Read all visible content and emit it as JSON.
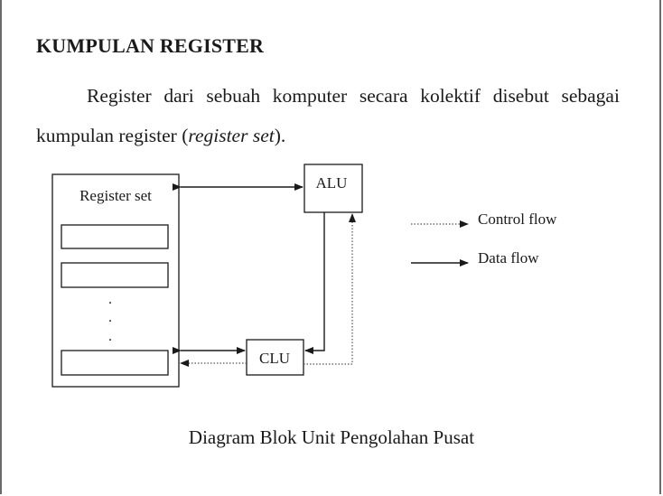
{
  "heading": "KUMPULAN REGISTER",
  "paragraph": {
    "line1_words": [
      "Register",
      "dari",
      "sebuah",
      "komputer",
      "secara",
      "kolektif",
      "disebut",
      "sebagai"
    ],
    "line2_prefix": "kumpulan register (",
    "line2_italic": "register set",
    "line2_suffix": ")."
  },
  "diagram": {
    "register_set_label": "Register set",
    "dots": ".",
    "alu_label": "ALU",
    "clu_label": "CLU",
    "legend": {
      "control_flow": "Control flow",
      "data_flow": "Data flow"
    }
  },
  "caption": "Diagram Blok Unit Pengolahan Pusat"
}
